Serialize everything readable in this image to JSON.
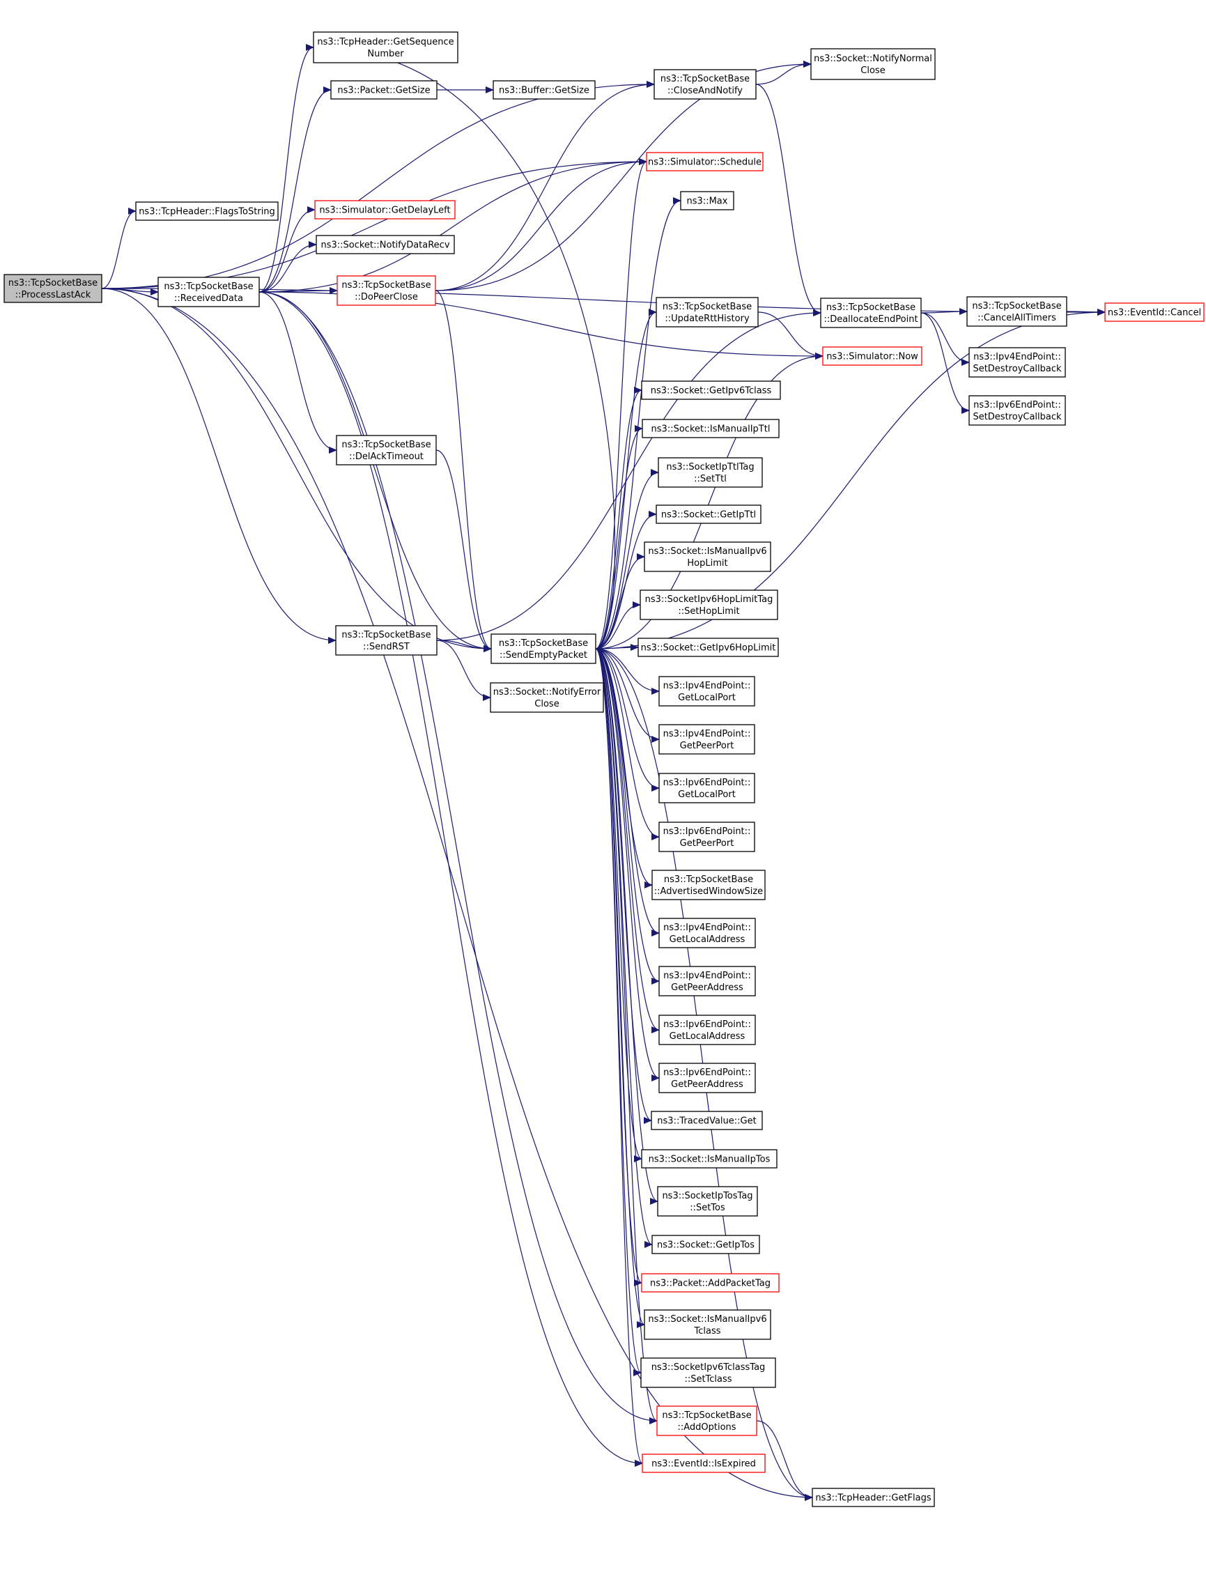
{
  "colors": {
    "edge": "#191970",
    "node_border": "#000000",
    "linked_border": "#ff0000",
    "root_fill": "#bfbfbf",
    "node_fill": "#ffffff"
  },
  "nodes": [
    {
      "id": "process_last_ack",
      "lines": [
        "ns3::TcpSocketBase",
        "::ProcessLastAck"
      ],
      "style": "root"
    },
    {
      "id": "flags_to_string",
      "lines": [
        "ns3::TcpHeader::FlagsToString"
      ],
      "style": "normal"
    },
    {
      "id": "received_data",
      "lines": [
        "ns3::TcpSocketBase",
        "::ReceivedData"
      ],
      "style": "normal"
    },
    {
      "id": "send_rst",
      "lines": [
        "ns3::TcpSocketBase",
        "::SendRST"
      ],
      "style": "normal"
    },
    {
      "id": "get_sequence_number",
      "lines": [
        "ns3::TcpHeader::GetSequence",
        "Number"
      ],
      "style": "normal"
    },
    {
      "id": "packet_get_size",
      "lines": [
        "ns3::Packet::GetSize"
      ],
      "style": "normal"
    },
    {
      "id": "buffer_get_size",
      "lines": [
        "ns3::Buffer::GetSize"
      ],
      "style": "normal"
    },
    {
      "id": "get_delay_left",
      "lines": [
        "ns3::Simulator::GetDelayLeft"
      ],
      "style": "linked"
    },
    {
      "id": "notify_data_recv",
      "lines": [
        "ns3::Socket::NotifyDataRecv"
      ],
      "style": "normal"
    },
    {
      "id": "do_peer_close",
      "lines": [
        "ns3::TcpSocketBase",
        "::DoPeerClose"
      ],
      "style": "linked"
    },
    {
      "id": "del_ack_timeout",
      "lines": [
        "ns3::TcpSocketBase",
        "::DelAckTimeout"
      ],
      "style": "normal"
    },
    {
      "id": "send_empty_packet",
      "lines": [
        "ns3::TcpSocketBase",
        "::SendEmptyPacket"
      ],
      "style": "normal"
    },
    {
      "id": "notify_error_close",
      "lines": [
        "ns3::Socket::NotifyError",
        "Close"
      ],
      "style": "normal"
    },
    {
      "id": "close_and_notify",
      "lines": [
        "ns3::TcpSocketBase",
        "::CloseAndNotify"
      ],
      "style": "normal"
    },
    {
      "id": "notify_normal_close",
      "lines": [
        "ns3::Socket::NotifyNormal",
        "Close"
      ],
      "style": "normal"
    },
    {
      "id": "simulator_schedule",
      "lines": [
        "ns3::Simulator::Schedule"
      ],
      "style": "linked"
    },
    {
      "id": "max",
      "lines": [
        "ns3::Max"
      ],
      "style": "normal"
    },
    {
      "id": "update_rtt_history",
      "lines": [
        "ns3::TcpSocketBase",
        "::UpdateRttHistory"
      ],
      "style": "normal"
    },
    {
      "id": "deallocate_end_point",
      "lines": [
        "ns3::TcpSocketBase",
        "::DeallocateEndPoint"
      ],
      "style": "normal"
    },
    {
      "id": "simulator_now",
      "lines": [
        "ns3::Simulator::Now"
      ],
      "style": "linked"
    },
    {
      "id": "cancel_all_timers",
      "lines": [
        "ns3::TcpSocketBase",
        "::CancelAllTimers"
      ],
      "style": "normal"
    },
    {
      "id": "event_id_cancel",
      "lines": [
        "ns3::EventId::Cancel"
      ],
      "style": "linked"
    },
    {
      "id": "ipv4_set_destroy_callback",
      "lines": [
        "ns3::Ipv4EndPoint::",
        "SetDestroyCallback"
      ],
      "style": "normal"
    },
    {
      "id": "ipv6_set_destroy_callback",
      "lines": [
        "ns3::Ipv6EndPoint::",
        "SetDestroyCallback"
      ],
      "style": "normal"
    },
    {
      "id": "get_ipv6_tclass",
      "lines": [
        "ns3::Socket::GetIpv6Tclass"
      ],
      "style": "normal"
    },
    {
      "id": "is_manual_ip_ttl",
      "lines": [
        "ns3::Socket::IsManualIpTtl"
      ],
      "style": "normal"
    },
    {
      "id": "ip_ttl_tag_set_ttl",
      "lines": [
        "ns3::SocketIpTtlTag",
        "::SetTtl"
      ],
      "style": "normal"
    },
    {
      "id": "get_ip_ttl",
      "lines": [
        "ns3::Socket::GetIpTtl"
      ],
      "style": "normal"
    },
    {
      "id": "is_manual_ipv6_hop_limit",
      "lines": [
        "ns3::Socket::IsManualIpv6",
        "HopLimit"
      ],
      "style": "normal"
    },
    {
      "id": "hop_limit_tag_set_hop_limit",
      "lines": [
        "ns3::SocketIpv6HopLimitTag",
        "::SetHopLimit"
      ],
      "style": "normal"
    },
    {
      "id": "get_ipv6_hop_limit",
      "lines": [
        "ns3::Socket::GetIpv6HopLimit"
      ],
      "style": "normal"
    },
    {
      "id": "ipv4_get_local_port",
      "lines": [
        "ns3::Ipv4EndPoint::",
        "GetLocalPort"
      ],
      "style": "normal"
    },
    {
      "id": "ipv4_get_peer_port",
      "lines": [
        "ns3::Ipv4EndPoint::",
        "GetPeerPort"
      ],
      "style": "normal"
    },
    {
      "id": "ipv6_get_local_port",
      "lines": [
        "ns3::Ipv6EndPoint::",
        "GetLocalPort"
      ],
      "style": "normal"
    },
    {
      "id": "ipv6_get_peer_port",
      "lines": [
        "ns3::Ipv6EndPoint::",
        "GetPeerPort"
      ],
      "style": "normal"
    },
    {
      "id": "advertised_window_size",
      "lines": [
        "ns3::TcpSocketBase",
        "::AdvertisedWindowSize"
      ],
      "style": "normal"
    },
    {
      "id": "ipv4_get_local_address",
      "lines": [
        "ns3::Ipv4EndPoint::",
        "GetLocalAddress"
      ],
      "style": "normal"
    },
    {
      "id": "ipv4_get_peer_address",
      "lines": [
        "ns3::Ipv4EndPoint::",
        "GetPeerAddress"
      ],
      "style": "normal"
    },
    {
      "id": "ipv6_get_local_address",
      "lines": [
        "ns3::Ipv6EndPoint::",
        "GetLocalAddress"
      ],
      "style": "normal"
    },
    {
      "id": "ipv6_get_peer_address",
      "lines": [
        "ns3::Ipv6EndPoint::",
        "GetPeerAddress"
      ],
      "style": "normal"
    },
    {
      "id": "traced_value_get",
      "lines": [
        "ns3::TracedValue::Get"
      ],
      "style": "normal"
    },
    {
      "id": "is_manual_ip_tos",
      "lines": [
        "ns3::Socket::IsManualIpTos"
      ],
      "style": "normal"
    },
    {
      "id": "ip_tos_tag_set_tos",
      "lines": [
        "ns3::SocketIpTosTag",
        "::SetTos"
      ],
      "style": "normal"
    },
    {
      "id": "get_ip_tos",
      "lines": [
        "ns3::Socket::GetIpTos"
      ],
      "style": "normal"
    },
    {
      "id": "add_packet_tag",
      "lines": [
        "ns3::Packet::AddPacketTag"
      ],
      "style": "linked"
    },
    {
      "id": "is_manual_ipv6_tclass",
      "lines": [
        "ns3::Socket::IsManualIpv6",
        "Tclass"
      ],
      "style": "normal"
    },
    {
      "id": "tclass_tag_set_tclass",
      "lines": [
        "ns3::SocketIpv6TclassTag",
        "::SetTclass"
      ],
      "style": "normal"
    },
    {
      "id": "add_options",
      "lines": [
        "ns3::TcpSocketBase",
        "::AddOptions"
      ],
      "style": "linked"
    },
    {
      "id": "event_id_is_expired",
      "lines": [
        "ns3::EventId::IsExpired"
      ],
      "style": "linked"
    },
    {
      "id": "tcp_header_get_flags",
      "lines": [
        "ns3::TcpHeader::GetFlags"
      ],
      "style": "normal"
    }
  ],
  "edges": [
    [
      "process_last_ack",
      "flags_to_string"
    ],
    [
      "process_last_ack",
      "received_data"
    ],
    [
      "process_last_ack",
      "send_rst"
    ],
    [
      "process_last_ack",
      "send_empty_packet"
    ],
    [
      "process_last_ack",
      "close_and_notify"
    ],
    [
      "process_last_ack",
      "simulator_schedule"
    ],
    [
      "process_last_ack",
      "tcp_header_get_flags"
    ],
    [
      "process_last_ack",
      "event_id_cancel"
    ],
    [
      "received_data",
      "get_sequence_number"
    ],
    [
      "received_data",
      "packet_get_size"
    ],
    [
      "received_data",
      "get_delay_left"
    ],
    [
      "received_data",
      "notify_data_recv"
    ],
    [
      "received_data",
      "do_peer_close"
    ],
    [
      "received_data",
      "del_ack_timeout"
    ],
    [
      "received_data",
      "send_empty_packet"
    ],
    [
      "received_data",
      "simulator_now"
    ],
    [
      "received_data",
      "simulator_schedule"
    ],
    [
      "received_data",
      "event_id_is_expired"
    ],
    [
      "received_data",
      "add_options"
    ],
    [
      "packet_get_size",
      "buffer_get_size"
    ],
    [
      "do_peer_close",
      "close_and_notify"
    ],
    [
      "do_peer_close",
      "simulator_schedule"
    ],
    [
      "do_peer_close",
      "notify_normal_close"
    ],
    [
      "do_peer_close",
      "send_empty_packet"
    ],
    [
      "del_ack_timeout",
      "send_empty_packet"
    ],
    [
      "send_rst",
      "send_empty_packet"
    ],
    [
      "send_rst",
      "notify_error_close"
    ],
    [
      "send_rst",
      "deallocate_end_point"
    ],
    [
      "close_and_notify",
      "notify_normal_close"
    ],
    [
      "close_and_notify",
      "deallocate_end_point"
    ],
    [
      "deallocate_end_point",
      "cancel_all_timers"
    ],
    [
      "deallocate_end_point",
      "ipv4_set_destroy_callback"
    ],
    [
      "deallocate_end_point",
      "ipv6_set_destroy_callback"
    ],
    [
      "cancel_all_timers",
      "event_id_cancel"
    ],
    [
      "update_rtt_history",
      "simulator_now"
    ],
    [
      "add_options",
      "tcp_header_get_flags"
    ],
    [
      "send_empty_packet",
      "get_sequence_number"
    ],
    [
      "send_empty_packet",
      "simulator_schedule"
    ],
    [
      "send_empty_packet",
      "max"
    ],
    [
      "send_empty_packet",
      "event_id_cancel"
    ],
    [
      "send_empty_packet",
      "update_rtt_history"
    ],
    [
      "send_empty_packet",
      "simulator_now"
    ],
    [
      "send_empty_packet",
      "get_ipv6_tclass"
    ],
    [
      "send_empty_packet",
      "is_manual_ip_ttl"
    ],
    [
      "send_empty_packet",
      "ip_ttl_tag_set_ttl"
    ],
    [
      "send_empty_packet",
      "get_ip_ttl"
    ],
    [
      "send_empty_packet",
      "is_manual_ipv6_hop_limit"
    ],
    [
      "send_empty_packet",
      "hop_limit_tag_set_hop_limit"
    ],
    [
      "send_empty_packet",
      "get_ipv6_hop_limit"
    ],
    [
      "send_empty_packet",
      "ipv4_get_local_port"
    ],
    [
      "send_empty_packet",
      "ipv4_get_peer_port"
    ],
    [
      "send_empty_packet",
      "ipv6_get_local_port"
    ],
    [
      "send_empty_packet",
      "ipv6_get_peer_port"
    ],
    [
      "send_empty_packet",
      "advertised_window_size"
    ],
    [
      "send_empty_packet",
      "ipv4_get_local_address"
    ],
    [
      "send_empty_packet",
      "ipv4_get_peer_address"
    ],
    [
      "send_empty_packet",
      "ipv6_get_local_address"
    ],
    [
      "send_empty_packet",
      "ipv6_get_peer_address"
    ],
    [
      "send_empty_packet",
      "traced_value_get"
    ],
    [
      "send_empty_packet",
      "is_manual_ip_tos"
    ],
    [
      "send_empty_packet",
      "ip_tos_tag_set_tos"
    ],
    [
      "send_empty_packet",
      "get_ip_tos"
    ],
    [
      "send_empty_packet",
      "add_packet_tag"
    ],
    [
      "send_empty_packet",
      "is_manual_ipv6_tclass"
    ],
    [
      "send_empty_packet",
      "tclass_tag_set_tclass"
    ],
    [
      "send_empty_packet",
      "add_options"
    ],
    [
      "send_empty_packet",
      "event_id_is_expired"
    ],
    [
      "send_empty_packet",
      "tcp_header_get_flags"
    ]
  ]
}
